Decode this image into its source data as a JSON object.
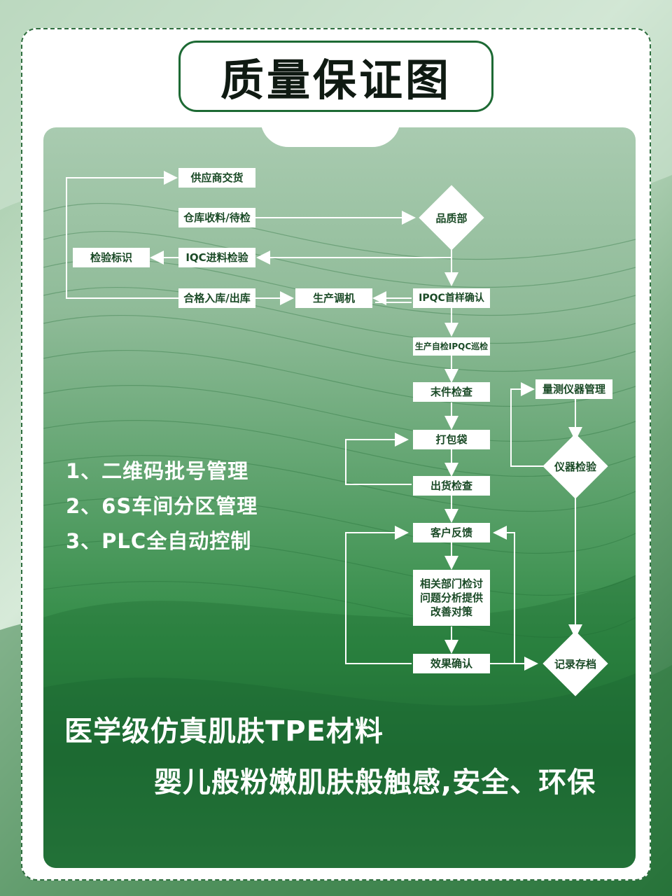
{
  "title": "质量保证图",
  "flow": {
    "supplier_delivery": "供应商交货",
    "warehouse_receive": "仓库收料/待检",
    "quality_dept": "品质部",
    "inspection_label": "检验标识",
    "iqc_inspection": "IQC进料检验",
    "qualified_in_out": "合格入库/出库",
    "production_tuning": "生产调机",
    "ipqc_first_confirm": "IPQC首样确认",
    "self_check_ipqc": "生产自检IPQC巡检",
    "final_piece_check": "末件检查",
    "bagging": "打包袋",
    "shipment_check": "出货检查",
    "customer_feedback": "客户反馈",
    "discussion_lines": [
      "相关部门检讨",
      "问题分析提供",
      "改善对策"
    ],
    "effect_confirm": "效果确认",
    "measuring_mgmt": "量测仪器管理",
    "instrument_check": "仪器检验",
    "record_archive": "记录存档"
  },
  "notes": [
    "1、二维码批号管理",
    "2、6S车间分区管理",
    "3、PLC全自动控制"
  ],
  "bottom": {
    "line1": "医学级仿真肌肤TPE材料",
    "line2": "婴儿般粉嫩肌肤般触感,安全、环保"
  },
  "colors": {
    "accent": "#1d6a34",
    "node_text": "#1a4a26",
    "line": "#ffffff"
  }
}
